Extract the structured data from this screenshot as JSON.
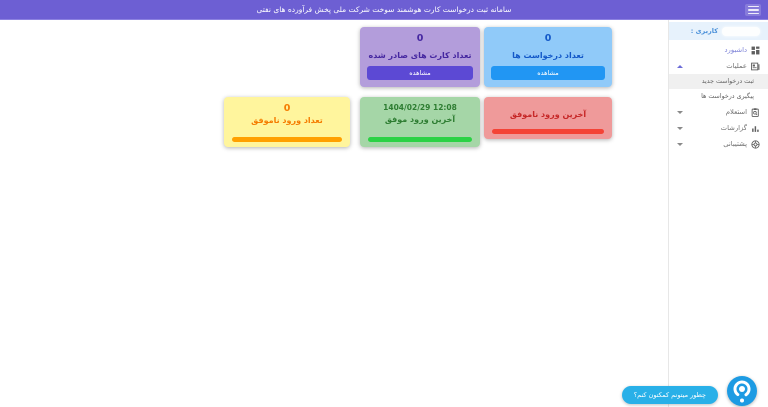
{
  "header": {
    "title": "سامانه ثبت درخواست کارت هوشمند سوخت شرکت ملی پخش فرآورده های نفتی"
  },
  "sidebar": {
    "user_prefix": "کاربری :",
    "dashboard": "داشبورد",
    "operations": "عملیات",
    "new_request": "ثبت درخواست جدید",
    "track_requests": "پیگیری درخواست ها",
    "inquiry": "استعلام",
    "reports": "گزارشات",
    "support": "پشتیبانی"
  },
  "cards": {
    "requests": {
      "value": "0",
      "title": "تعداد درخواست ها",
      "button": "مشاهده"
    },
    "issued_cards": {
      "value": "0",
      "title": "تعداد کارت های صادر شده",
      "button": "مشاهده"
    },
    "last_failed_login": {
      "title": "آخرین ورود ناموفق"
    },
    "last_successful_login": {
      "value": "1404/02/29 12:08",
      "title": "آخرین ورود موفق"
    },
    "failed_login_count": {
      "value": "0",
      "title": "تعداد ورود ناموفق"
    }
  },
  "chat": {
    "label": "چطور میتونم کمکتون کنم؟"
  },
  "icons": {
    "hamburger": "menu-icon",
    "dashboard": "dashboard-grid-icon",
    "operations": "newspaper-icon",
    "inquiry": "clipboard-search-icon",
    "reports": "bar-chart-icon",
    "support": "lifebuoy-icon",
    "chat": "raychat-logo-icon"
  },
  "colors": {
    "header_bg": "#6d5fd3",
    "card_requests_bg": "#90caf9",
    "card_requests_button": "#2196f3",
    "card_issued_bg": "#b39ddb",
    "card_issued_button": "#5c49d4",
    "card_failed_login_bg": "#ef9a9a",
    "card_failed_login_bar": "#f44336",
    "card_success_login_bg": "#a5d6a7",
    "card_success_login_bar": "#2bd245",
    "card_failed_count_bg": "#fff59d",
    "card_failed_count_bar": "#ffa000",
    "chat_button_bg": "#29b0e8"
  }
}
